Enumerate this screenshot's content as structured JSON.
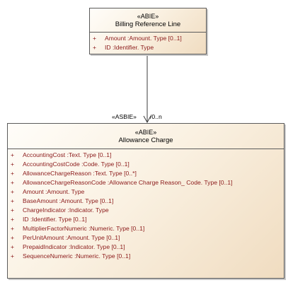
{
  "classes": {
    "billing_reference_line": {
      "stereotype": "«ABIE»",
      "name": "Billing Reference Line",
      "attributes": [
        {
          "visibility": "+",
          "text": "Amount  :Amount. Type [0..1]"
        },
        {
          "visibility": "+",
          "text": "ID  :Identifier. Type"
        }
      ]
    },
    "allowance_charge": {
      "stereotype": "«ABIE»",
      "name": "Allowance Charge",
      "attributes": [
        {
          "visibility": "+",
          "text": "AccountingCost  :Text. Type [0..1]"
        },
        {
          "visibility": "+",
          "text": "AccountingCostCode  :Code. Type [0..1]"
        },
        {
          "visibility": "+",
          "text": "AllowanceChargeReason  :Text. Type [0..*]"
        },
        {
          "visibility": "+",
          "text": "AllowanceChargeReasonCode  :Allowance Charge Reason_ Code. Type [0..1]"
        },
        {
          "visibility": "+",
          "text": "Amount  :Amount. Type"
        },
        {
          "visibility": "+",
          "text": "BaseAmount  :Amount. Type [0..1]"
        },
        {
          "visibility": "+",
          "text": "ChargeIndicator  :Indicator. Type"
        },
        {
          "visibility": "+",
          "text": "ID  :Identifier. Type [0..1]"
        },
        {
          "visibility": "+",
          "text": "MultiplierFactorNumeric  :Numeric. Type [0..1]"
        },
        {
          "visibility": "+",
          "text": "PerUnitAmount  :Amount. Type [0..1]"
        },
        {
          "visibility": "+",
          "text": "PrepaidIndicator  :Indicator. Type [0..1]"
        },
        {
          "visibility": "+",
          "text": "SequenceNumeric  :Numeric. Type [0..1]"
        }
      ]
    }
  },
  "association": {
    "role_label": "«ASBIE»",
    "multiplicity": "/0..n"
  }
}
